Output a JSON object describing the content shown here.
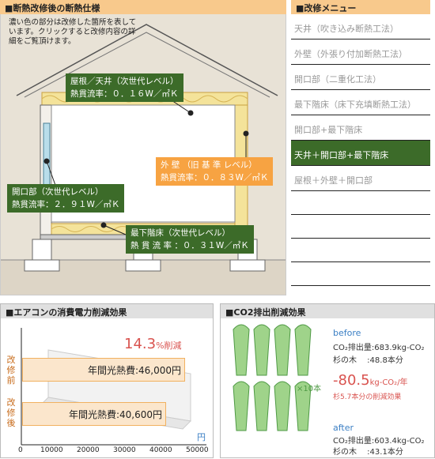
{
  "house": {
    "title": "■断熱改修後の断熱仕様",
    "note": "濃い色の部分は改修した箇所を表しています。クリックすると改修内容の詳細をご覧頂けます。",
    "roof": {
      "line1": "屋根／天井（次世代レベル）",
      "line2": "熱貫流率：０．１６W／㎡Ｋ"
    },
    "wall": {
      "line1": "外 壁 （旧 基 準 レベル）",
      "line2": "熱貫流率：０．８３W／㎡Ｋ"
    },
    "opening": {
      "line1": "開口部（次世代レベル）",
      "line2": "熱貫流率：２．９１W／㎡Ｋ"
    },
    "floor": {
      "line1": "最下階床（次世代レベル）",
      "line2": "熱 貫 流 率 ：０．３１W／㎡Ｋ"
    }
  },
  "menu": {
    "title": "■改修メニュー",
    "items": [
      {
        "label": "天井（吹き込み断熱工法）",
        "active": false
      },
      {
        "label": "外壁（外張り付加断熱工法）",
        "active": false
      },
      {
        "label": "開口部（二重化工法）",
        "active": false
      },
      {
        "label": "最下階床（床下充填断熱工法）",
        "active": false
      },
      {
        "label": "開口部+最下階床",
        "active": false
      },
      {
        "label": "天井＋開口部+最下階床",
        "active": true
      },
      {
        "label": "屋根＋外壁＋開口部",
        "active": false
      }
    ]
  },
  "ac": {
    "title": "■エアコンの消費電力削減効果",
    "reduction_value": "14.3",
    "reduction_suffix": "%削減",
    "before_label": "改修前",
    "after_label": "改修後",
    "before_text": "年間光熱費:46,000円",
    "after_text": "年間光熱費:40,600円",
    "unit": "円",
    "ticks": [
      "0",
      "10000",
      "20000",
      "30000",
      "40000",
      "50000"
    ]
  },
  "co2": {
    "title": "■CO2排出削減効果",
    "before": "before",
    "before_emission": "CO₂排出量:683.9kg-CO₂",
    "before_trees": "杉の木　 :48.8本分",
    "reduction_value": "-80.5",
    "reduction_unit": "kg-CO₂/年",
    "reduction_note": "杉5.7本分の削減効果",
    "multiplier": "×10本",
    "after": "after",
    "after_emission": "CO₂排出量:603.4kg-CO₂",
    "after_trees": "杉の木　 :43.1本分"
  }
}
